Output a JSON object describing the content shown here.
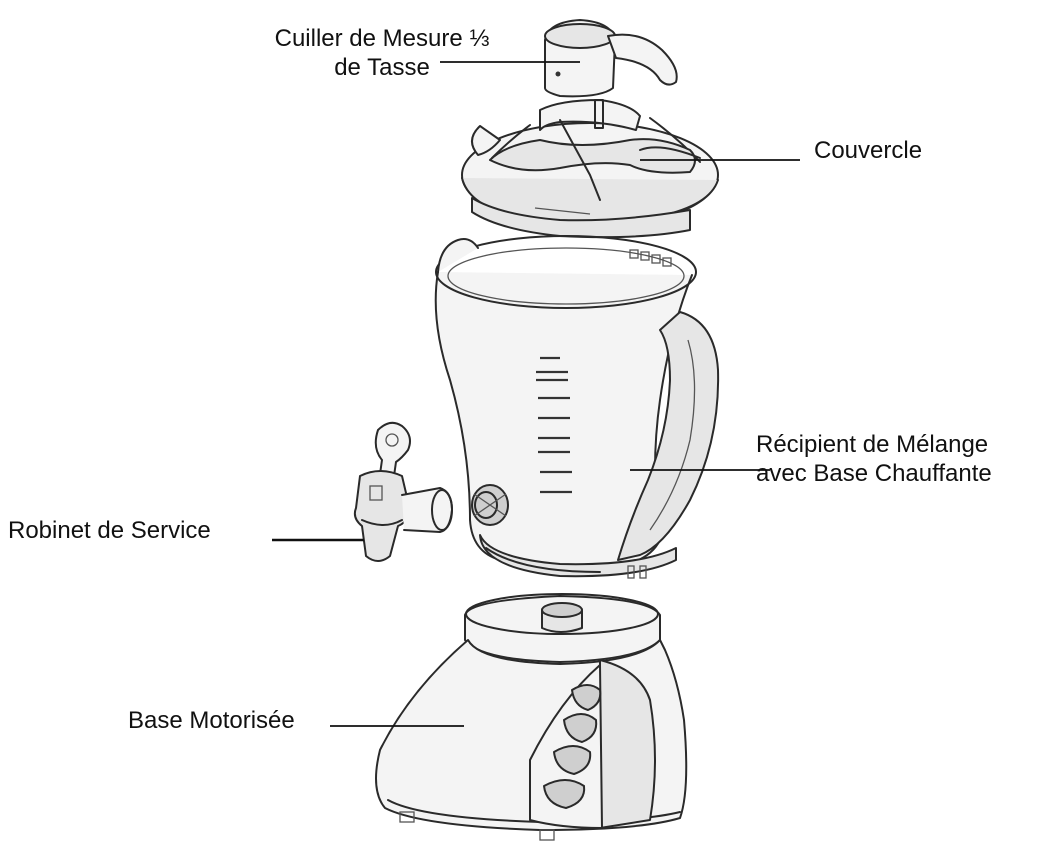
{
  "diagram": {
    "labels": {
      "measuring_cup": [
        "Cuiller de Mesure ⅓",
        "de Tasse"
      ],
      "lid": "Couvercle",
      "mixing_container": [
        "Récipient de Mélange",
        "avec Base Chauffante"
      ],
      "serving_tap": "Robinet de Service",
      "motor_base": "Base Motorisée"
    },
    "scale_marks": [
      "",
      "",
      "",
      "",
      "",
      "",
      "",
      "",
      "",
      ""
    ],
    "colors": {
      "outline": "#2a2a2a",
      "label_text": "#111111",
      "background": "#ffffff"
    }
  }
}
